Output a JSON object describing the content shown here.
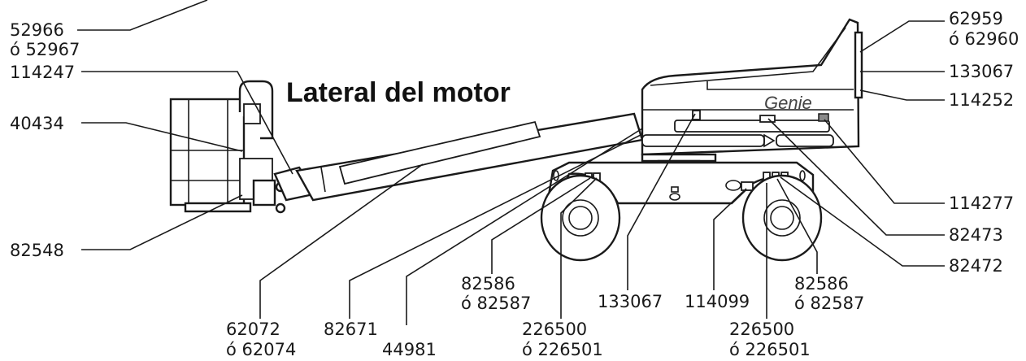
{
  "title": "Lateral del motor",
  "brand": "Genie",
  "labels": {
    "l52966a": "52966",
    "l52966b": "ó 52967",
    "l114247": "114247",
    "l40434": "40434",
    "l82548": "82548",
    "l62959a": "62959",
    "l62959b": "ó 62960",
    "l133067r": "133067",
    "l114252": "114252",
    "l114277": "114277",
    "l82473": "82473",
    "l82472": "82472",
    "l82586La": "82586",
    "l82586Lb": "ó 82587",
    "l133067b": "133067",
    "l114099": "114099",
    "l82586Ra": "82586",
    "l82586Rb": "ó 82587",
    "l62072a": "62072",
    "l62072b": "ó 62074",
    "l82671": "82671",
    "l44981": "44981",
    "l226500La": "226500",
    "l226500Lb": "ó 226501",
    "l226500Ra": "226500",
    "l226500Rb": "ó 226501"
  }
}
